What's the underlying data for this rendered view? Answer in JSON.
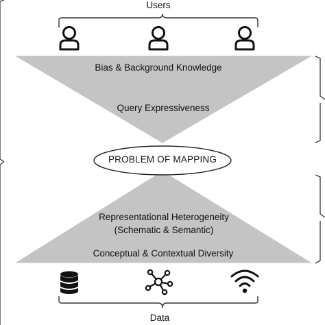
{
  "diagram": {
    "top_label": "Users",
    "bottom_label": "Data",
    "upper_triangle": {
      "line1": "Bias & Background Knowledge",
      "line2": "Query Expressiveness"
    },
    "center_label": "PROBLEM OF MAPPING",
    "lower_triangle": {
      "line1": "Representational Heterogeneity",
      "line2": "(Schematic & Semantic)",
      "line3": "Conceptual & Contextual Diversity"
    },
    "user_icons": [
      "user-icon",
      "user-icon",
      "user-icon"
    ],
    "data_icons": [
      "database-icon",
      "network-icon",
      "wireless-icon"
    ],
    "colors": {
      "triangle_fill": "#c4c4c4",
      "stroke": "#222222",
      "background": "#ffffff"
    }
  }
}
